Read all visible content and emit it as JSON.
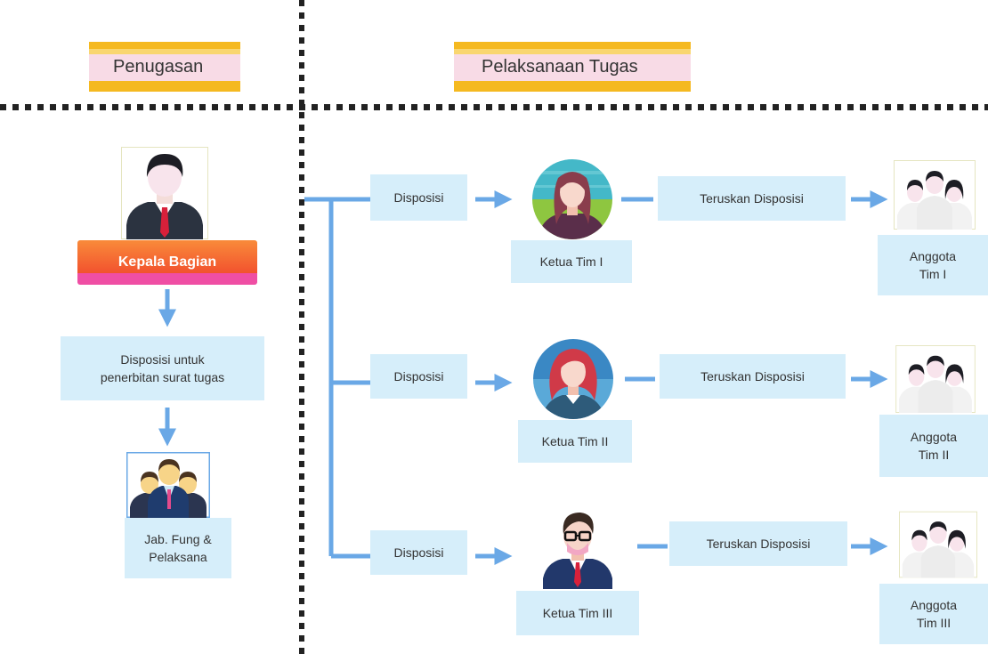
{
  "headers": {
    "left": "Penugasan",
    "right": "Pelaksanaan Tugas"
  },
  "left_column": {
    "head": "Kepala Bagian",
    "disposition_line1": "Disposisi untuk",
    "disposition_line2": "penerbitan surat tugas",
    "result_line1": "Jab. Fung &",
    "result_line2": "Pelaksana"
  },
  "rows": [
    {
      "disposisi": "Disposisi",
      "leader": "Ketua Tim I",
      "forward": "Teruskan Disposisi",
      "members_line1": "Anggota",
      "members_line2": "Tim I"
    },
    {
      "disposisi": "Disposisi",
      "leader": "Ketua Tim II",
      "forward": "Teruskan Disposisi",
      "members_line1": "Anggota",
      "members_line2": "Tim II"
    },
    {
      "disposisi": "Disposisi",
      "leader": "Ketua Tim III",
      "forward": "Teruskan Disposisi",
      "members_line1": "Anggota",
      "members_line2": "Tim III"
    }
  ],
  "colors": {
    "box_fill": "#d6eefa",
    "arrow": "#6aa8e6",
    "header_band": "#f5b920",
    "header_stripe": "#f7d4e4"
  },
  "icons": [
    "businessman-icon",
    "team-icon",
    "female-leader-icon",
    "redhead-leader-icon",
    "glasses-man-leader-icon",
    "group-members-icon"
  ]
}
